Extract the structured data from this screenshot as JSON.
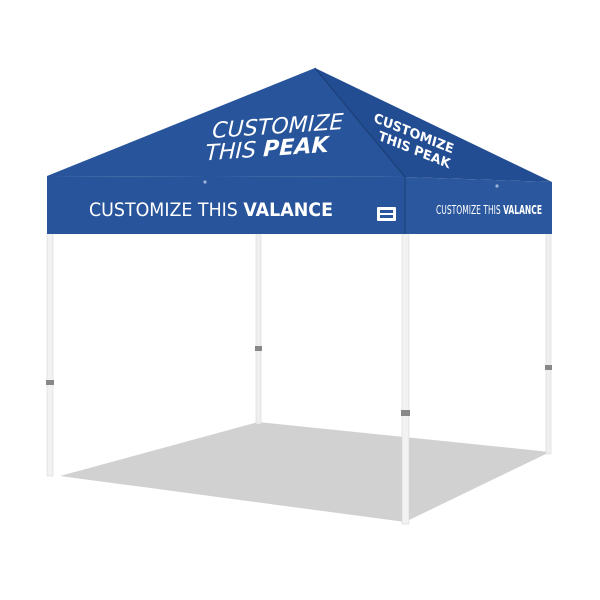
{
  "canopy": {
    "color": "#27549b",
    "color_dark": "#1f4686",
    "color_side": "#234d92",
    "frame_color": "#eeeeee",
    "shadow_color": "#c9c9c9"
  },
  "peak_front": {
    "line1": "CUSTOMIZE",
    "line2_prefix": "THIS ",
    "line2_bold": "PEAK"
  },
  "peak_side": {
    "line1": "CUSTOMIZE",
    "line2": "THIS PEAK"
  },
  "valance_front": {
    "prefix": "CUSTOMIZE THIS ",
    "bold": "VALANCE"
  },
  "valance_side": {
    "prefix": "CUSTOMIZE THIS ",
    "bold": "VALANCE"
  },
  "logo": {
    "icon": "brand-logo-icon"
  }
}
